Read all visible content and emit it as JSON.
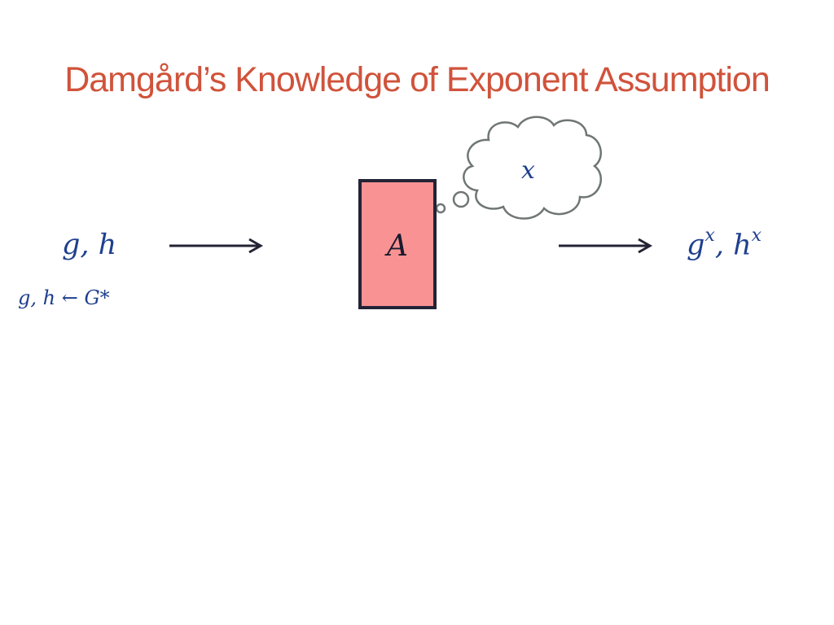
{
  "slide": {
    "title": "Damgård’s Knowledge of Exponent Assumption"
  },
  "diagram": {
    "input_label": "g, h",
    "sampling_note": "g, h ← G*",
    "adversary_label": "A",
    "thought_secret": "x",
    "output": {
      "base1": "g",
      "exponent1": "x",
      "separator": ", ",
      "base2": "h",
      "exponent2": "x"
    }
  },
  "colors": {
    "title": "#d0533b",
    "math_text": "#1f3f8f",
    "adversary_fill": "#f99393",
    "adversary_border": "#232336",
    "arrow": "#232336",
    "cloud_stroke": "#6f7674"
  }
}
